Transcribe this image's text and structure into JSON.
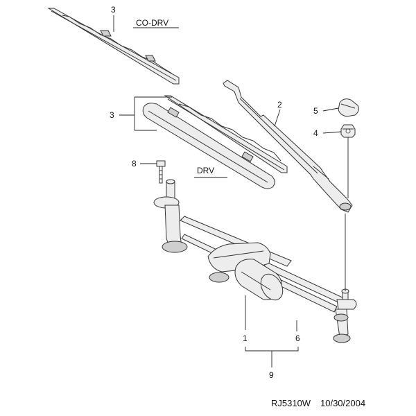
{
  "labels": {
    "blade_top": "3",
    "co_drv": "CO-DRV",
    "wiper_arm": "2",
    "cap": "5",
    "nut": "4",
    "blade_drv": "3",
    "bolt": "8",
    "drv": "DRV",
    "motor": "1",
    "linkage": "6",
    "assembly": "9"
  },
  "footer": {
    "code": "RJ5310W",
    "date": "10/30/2004"
  }
}
